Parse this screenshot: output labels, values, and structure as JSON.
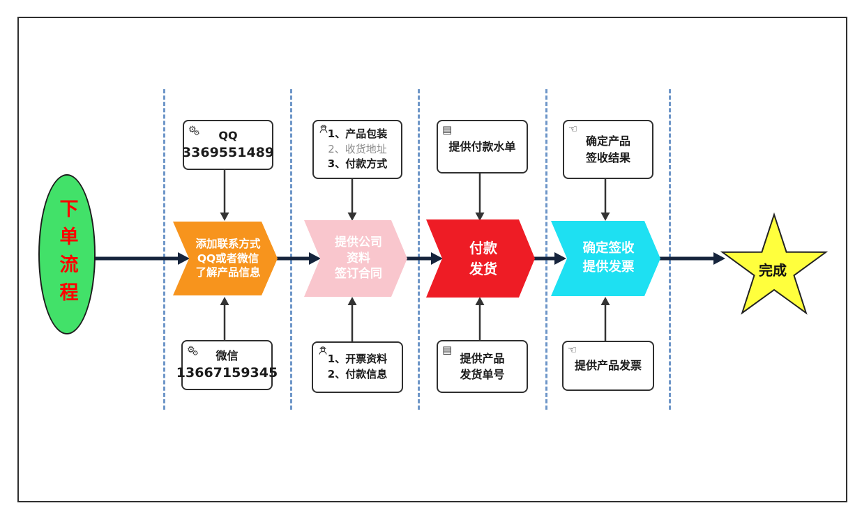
{
  "start": {
    "label": "下单流程"
  },
  "finish": {
    "label": "完成"
  },
  "icons": {
    "gears": "⚙",
    "list": "▤",
    "hand": "☜"
  },
  "stages": [
    {
      "lines": [
        "添加联系方式",
        "QQ或者微信",
        "了解产品信息"
      ]
    },
    {
      "lines": [
        "提供公司",
        "资料",
        "签订合同"
      ]
    },
    {
      "lines": [
        "付款",
        "发货"
      ]
    },
    {
      "lines": [
        "确定签收",
        "提供发票"
      ]
    }
  ],
  "top_boxes": [
    {
      "lines": [
        "QQ",
        "3369551489"
      ]
    },
    {
      "lines": [
        "1、产品包装",
        "2、收货地址",
        "3、付款方式"
      ]
    },
    {
      "lines": [
        "提供付款水单"
      ]
    },
    {
      "lines": [
        "确定产品",
        "签收结果"
      ]
    }
  ],
  "bottom_boxes": [
    {
      "lines": [
        "微信",
        "13667159345"
      ]
    },
    {
      "lines": [
        "1、开票资料",
        "2、付款信息"
      ]
    },
    {
      "lines": [
        "提供产品",
        "发货单号"
      ]
    },
    {
      "lines": [
        "提供产品发票"
      ]
    }
  ],
  "colors": {
    "flow": "#16243C",
    "lane": "#6E96C8",
    "orange": "#F7941D",
    "pink": "#F9C6CD",
    "red": "#EE1C25",
    "cyan": "#1EE0F2",
    "green": "#42E169",
    "star": "#FFFF3D",
    "box_border": "#2F2F2F",
    "red_text": "#FF0000"
  }
}
